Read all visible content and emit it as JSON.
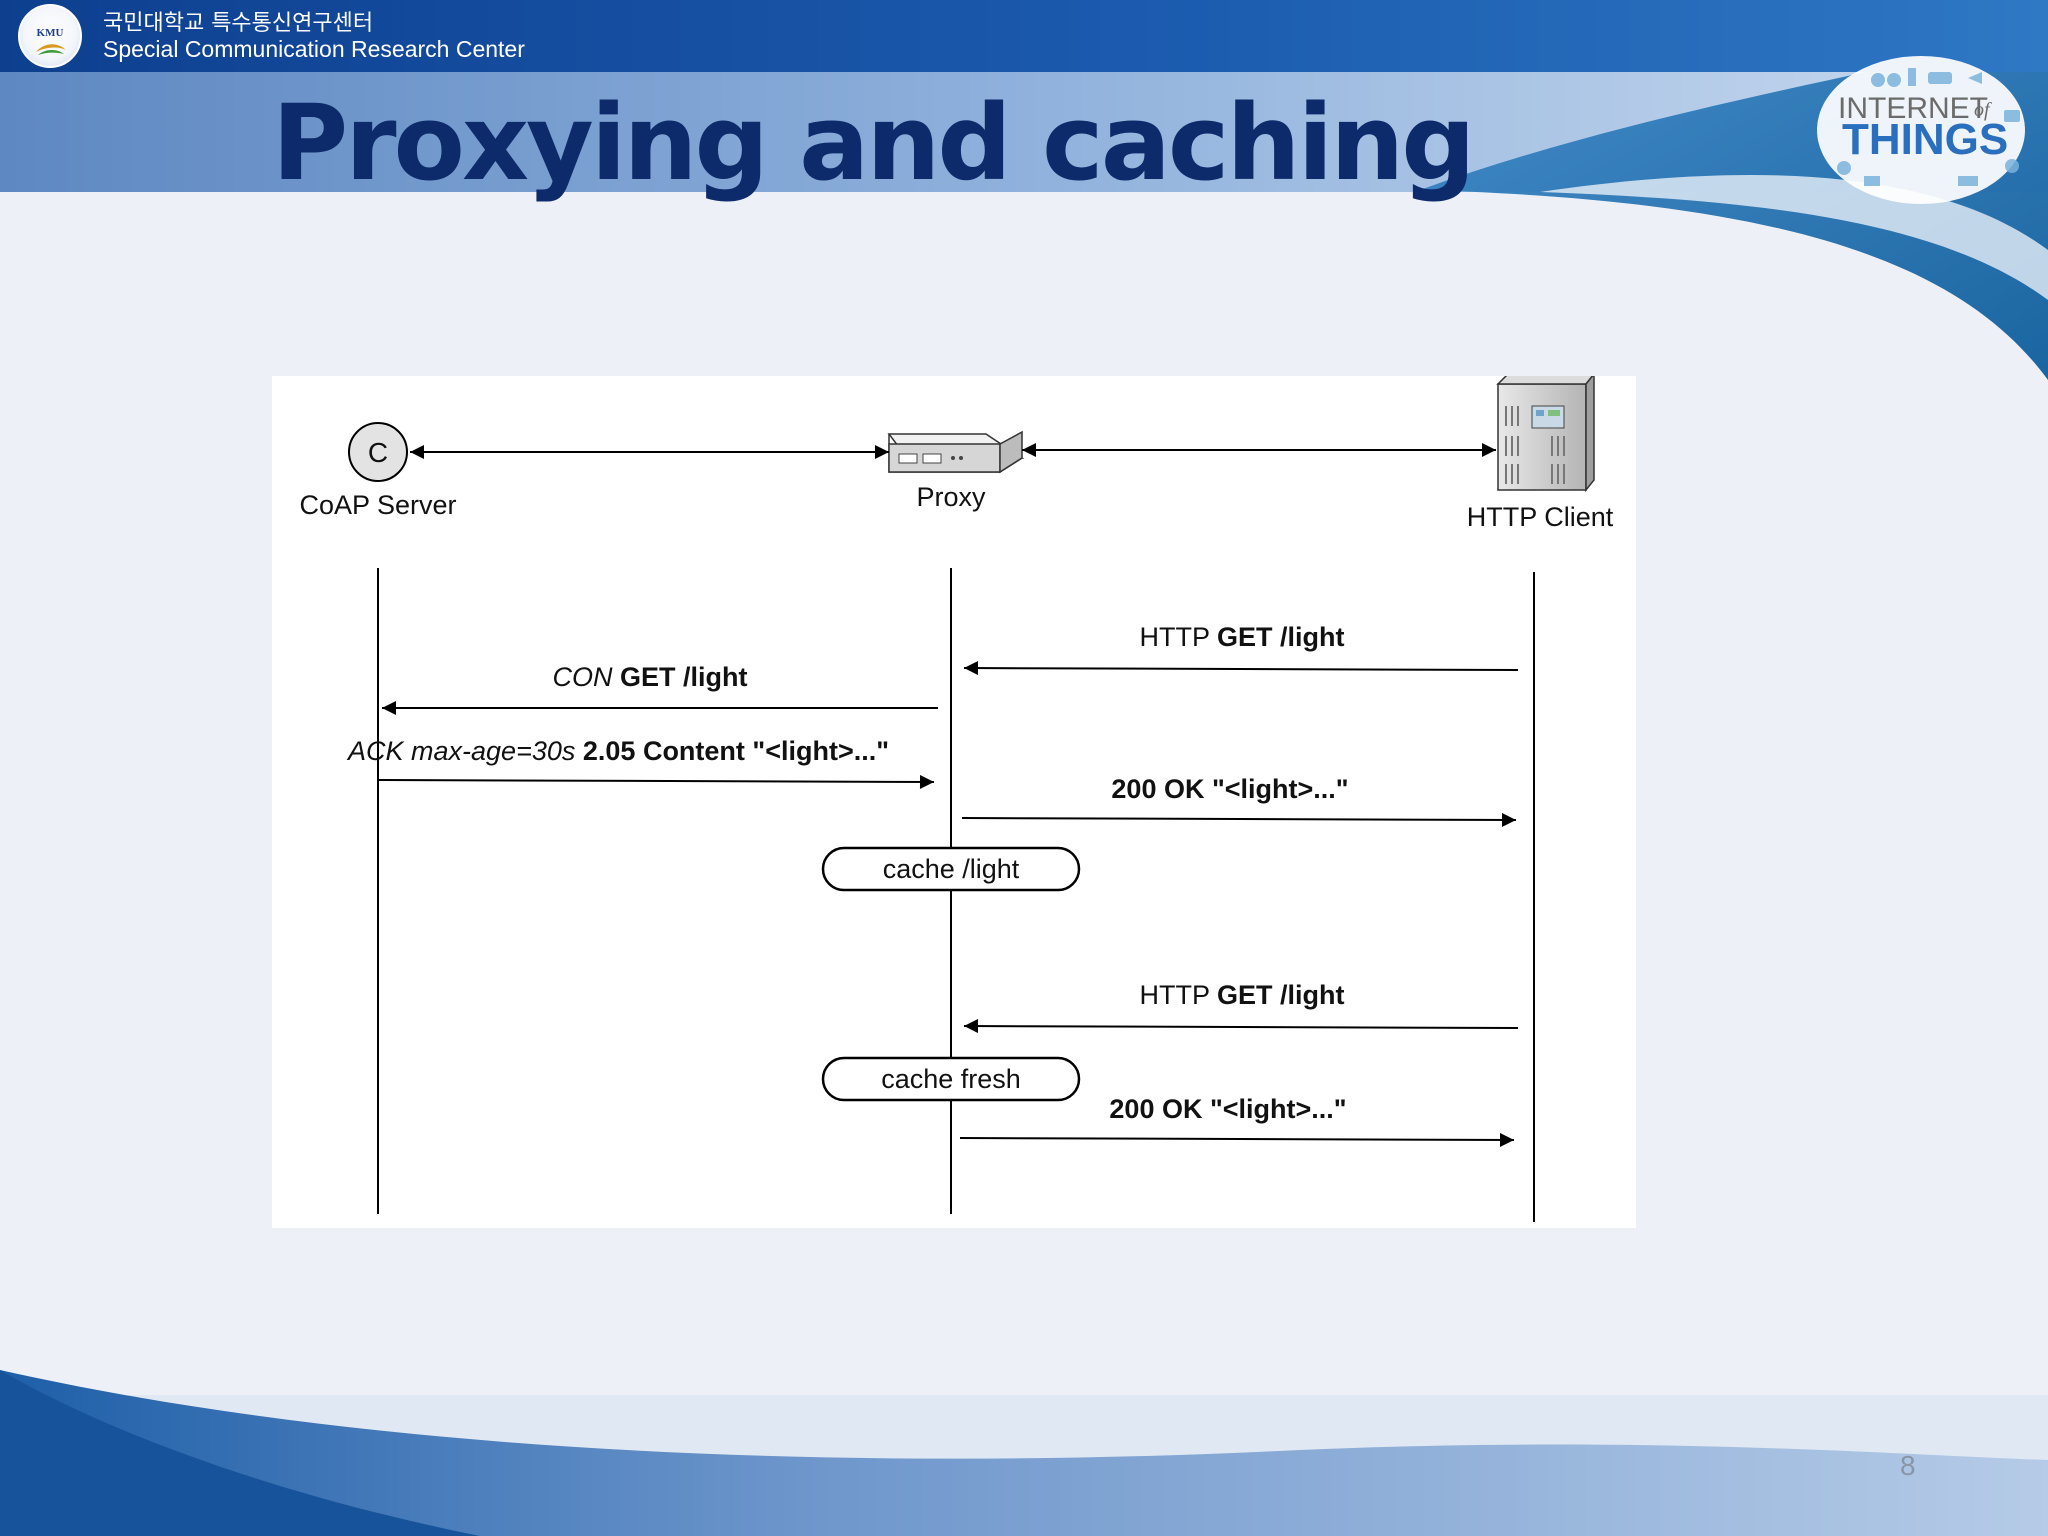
{
  "header": {
    "org_korean": "국민대학교 특수통신연구센터",
    "org_english": "Special Communication Research Center",
    "logo_text": "KMU"
  },
  "slide": {
    "title": "Proxying and caching",
    "page_number": "8"
  },
  "iot_logo": {
    "line1": "INTERNET",
    "line1_small": "of",
    "line2": "THINGS"
  },
  "diagram": {
    "nodes": {
      "server": {
        "label": "CoAP Server",
        "symbol": "C",
        "icon": "coap-server-icon"
      },
      "proxy": {
        "label": "Proxy",
        "icon": "proxy-device-icon"
      },
      "client": {
        "label": "HTTP Client",
        "icon": "server-tower-icon"
      }
    },
    "messages": {
      "m1": {
        "prefix": "HTTP",
        "bold": "GET /light"
      },
      "m2": {
        "prefix": "CON",
        "bold": "GET /light"
      },
      "m3": {
        "prefix": "ACK max-age=30s",
        "bold": "2.05 Content \"<light>...\""
      },
      "m4": {
        "bold": "200 OK \"<light>...\""
      },
      "m5": {
        "prefix": "HTTP",
        "bold": "GET /light"
      },
      "m6": {
        "bold": "200 OK \"<light>...\""
      }
    },
    "states": {
      "cache": "cache /light",
      "fresh": "cache fresh"
    }
  },
  "colors": {
    "title": "#0d2a6b",
    "header_bar": "#0e3f8f",
    "accent": "#2a6fbd"
  }
}
